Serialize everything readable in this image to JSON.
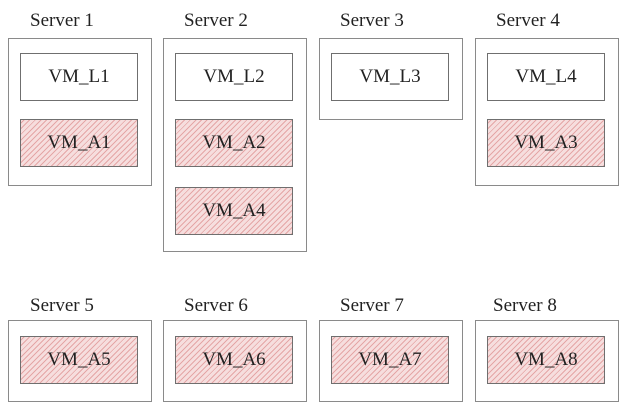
{
  "servers": [
    {
      "label": "Server 1",
      "vms": [
        {
          "label": "VM_L1",
          "active": false
        },
        {
          "label": "VM_A1",
          "active": true
        }
      ]
    },
    {
      "label": "Server 2",
      "vms": [
        {
          "label": "VM_L2",
          "active": false
        },
        {
          "label": "VM_A2",
          "active": true
        },
        {
          "label": "VM_A4",
          "active": true
        }
      ]
    },
    {
      "label": "Server 3",
      "vms": [
        {
          "label": "VM_L3",
          "active": false
        }
      ]
    },
    {
      "label": "Server 4",
      "vms": [
        {
          "label": "VM_L4",
          "active": false
        },
        {
          "label": "VM_A3",
          "active": true
        }
      ]
    },
    {
      "label": "Server 5",
      "vms": [
        {
          "label": "VM_A5",
          "active": true
        }
      ]
    },
    {
      "label": "Server 6",
      "vms": [
        {
          "label": "VM_A6",
          "active": true
        }
      ]
    },
    {
      "label": "Server 7",
      "vms": [
        {
          "label": "VM_A7",
          "active": true
        }
      ]
    },
    {
      "label": "Server 8",
      "vms": [
        {
          "label": "VM_A8",
          "active": true
        }
      ]
    }
  ],
  "colors": {
    "active_fill": "#f6dede",
    "active_hatch": "#d67878",
    "border": "#8a8a8a"
  }
}
